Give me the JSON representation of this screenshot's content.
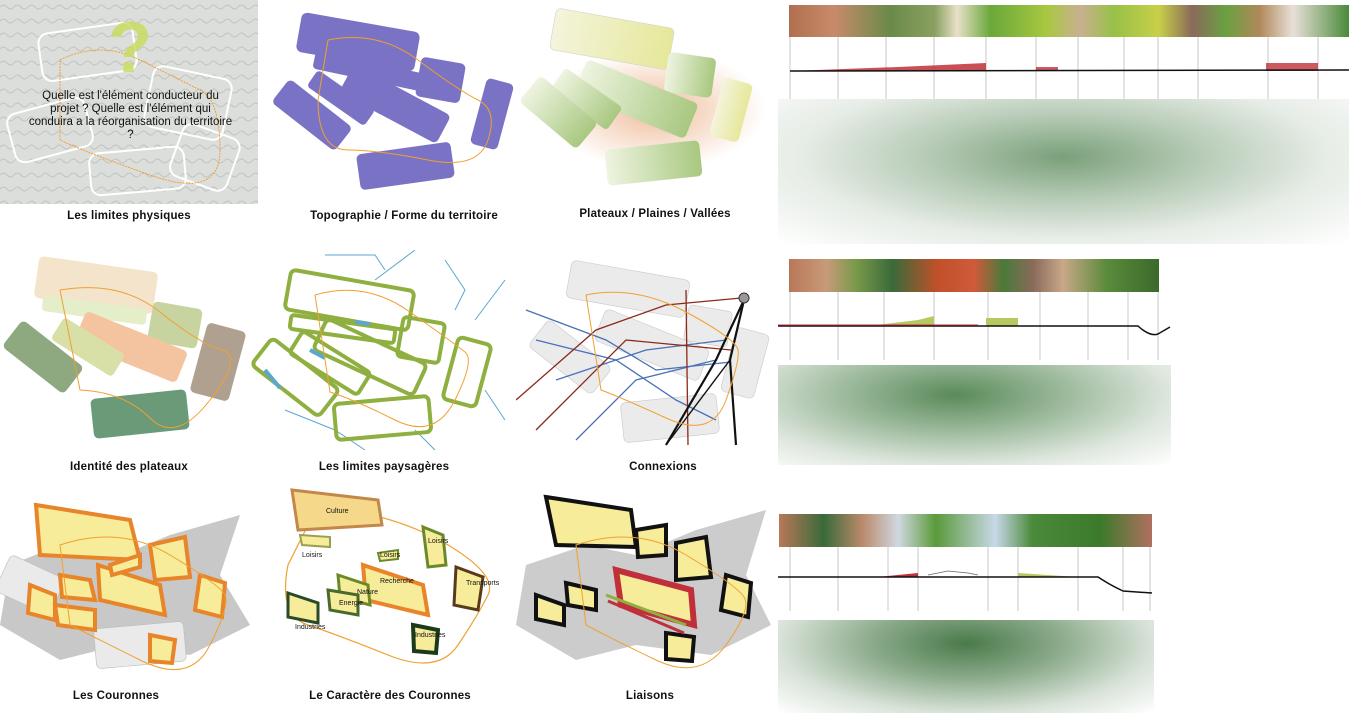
{
  "question_text": "Quelle est l'élément conducteur du projet ? Quelle est l'élément qui conduira a la réorganisation du territoire ?",
  "panels": [
    {
      "caption": "Les limites physiques"
    },
    {
      "caption": "Topographie / Forme du territoire"
    },
    {
      "caption": "Plateaux / Plaines / Vallées"
    },
    {
      "caption": "Identité des plateaux"
    },
    {
      "caption": "Les limites paysagères"
    },
    {
      "caption": "Connexions"
    },
    {
      "caption": "Les Couronnes"
    },
    {
      "caption": "Le Caractère des Couronnes"
    },
    {
      "caption": "Liaisons"
    }
  ],
  "crown_labels": {
    "culture": "Culture",
    "loisirs_1": "Loisirs",
    "loisirs_2": "Loisirs",
    "loisirs_3": "Loisirs",
    "transports": "Transports",
    "recherche": "Recherche",
    "nature": "Nature",
    "energie": "Energie",
    "industries_1": "Industries",
    "industries_2": "Industries"
  },
  "colors": {
    "purple": "#7a72c4",
    "orange_line": "#f0a030",
    "green_outline": "#8fb040",
    "blue_line": "#5aa8d0",
    "crown_orange": "#e8842a",
    "crown_yellow": "#f6ec9a",
    "profile_red": "#c0303a",
    "profile_green": "#b8c860"
  }
}
